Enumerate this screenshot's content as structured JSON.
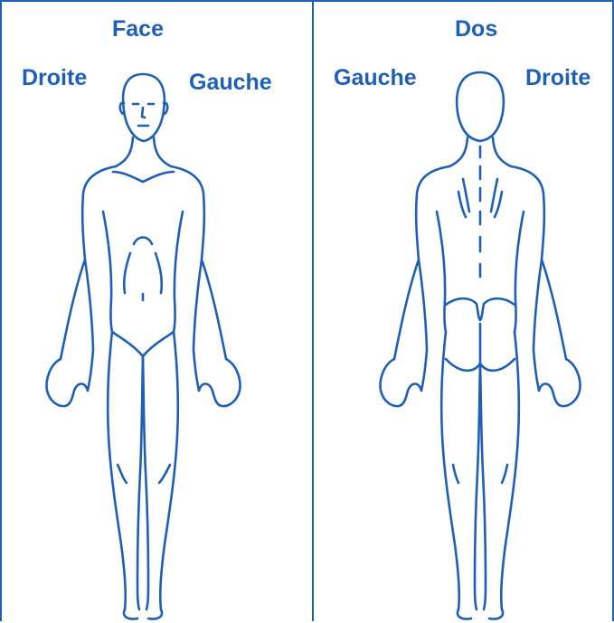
{
  "diagram": {
    "front": {
      "title": "Face",
      "right_label": "Droite",
      "left_label": "Gauche"
    },
    "back": {
      "title": "Dos",
      "left_label": "Gauche",
      "right_label": "Droite"
    },
    "line_color": "#1f5fb5",
    "border_color": "#1f5fb5"
  }
}
